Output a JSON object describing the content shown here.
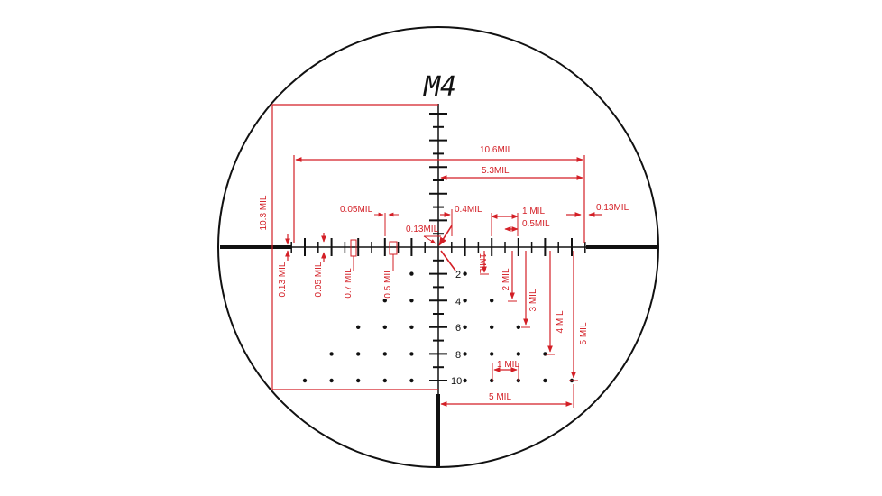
{
  "reticle_name": "M4",
  "colors": {
    "line": "#111111",
    "dimension": "#d31f26",
    "background": "#ffffff"
  },
  "holdover_labels": [
    "2",
    "4",
    "6",
    "8",
    "10"
  ],
  "dimensions": {
    "total_height": "10.3 MIL",
    "total_width": "10.6MIL",
    "half_width": "5.3MIL",
    "center_gap": "0.4MIL",
    "post_gap": "0.13MIL",
    "center_dot": "0.13MIL",
    "fine_hash": "0.05MIL",
    "one_mil_spacing": "1 MIL",
    "half_mil_spacing": "0.5MIL",
    "hash_thickness": "0.13 MIL",
    "fine_thickness": "0.05 MIL",
    "major_hash_length": "0.7 MIL",
    "minor_hash_length": "0.5 MIL",
    "hold_1": "1MIL",
    "hold_2": "2 MIL",
    "hold_3": "3 MIL",
    "hold_4": "4 MIL",
    "hold_5": "5 MIL",
    "dot_spacing": "1 MIL",
    "dot_span": "5 MIL"
  }
}
